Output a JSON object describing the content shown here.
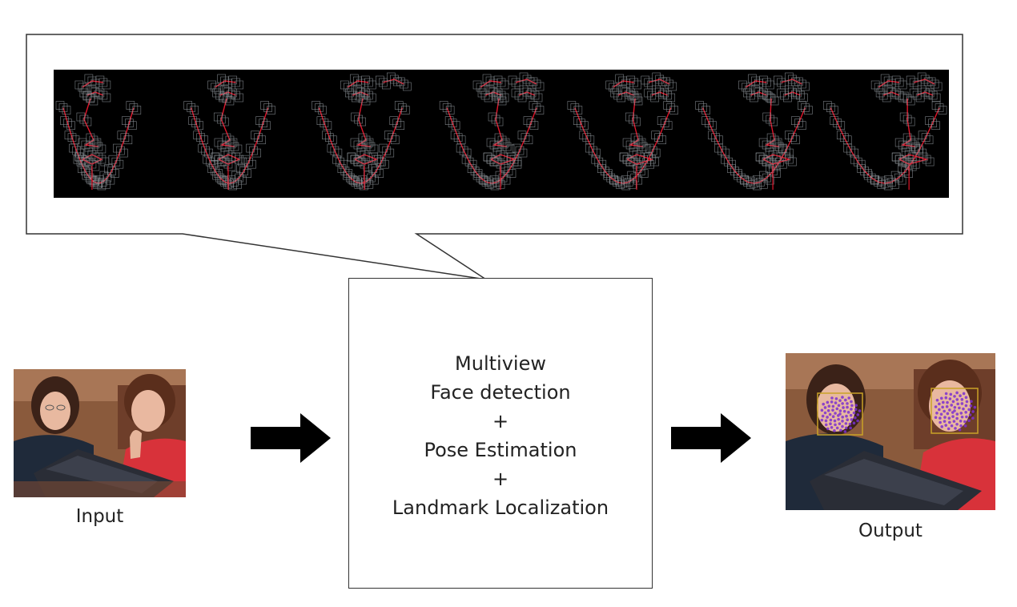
{
  "process": {
    "lines": [
      "Multiview",
      "Face detection",
      "+",
      "Pose Estimation",
      "+",
      "Landmark Localization"
    ]
  },
  "input": {
    "label": "Input"
  },
  "output": {
    "label": "Output"
  },
  "colors": {
    "landmark": "#e0152a",
    "grid": "#9aa0a6",
    "detection_box": "#c9a227",
    "landmark_points": "#7b2fd0",
    "panel_bg": "#000000"
  },
  "templates": {
    "count": 7
  }
}
